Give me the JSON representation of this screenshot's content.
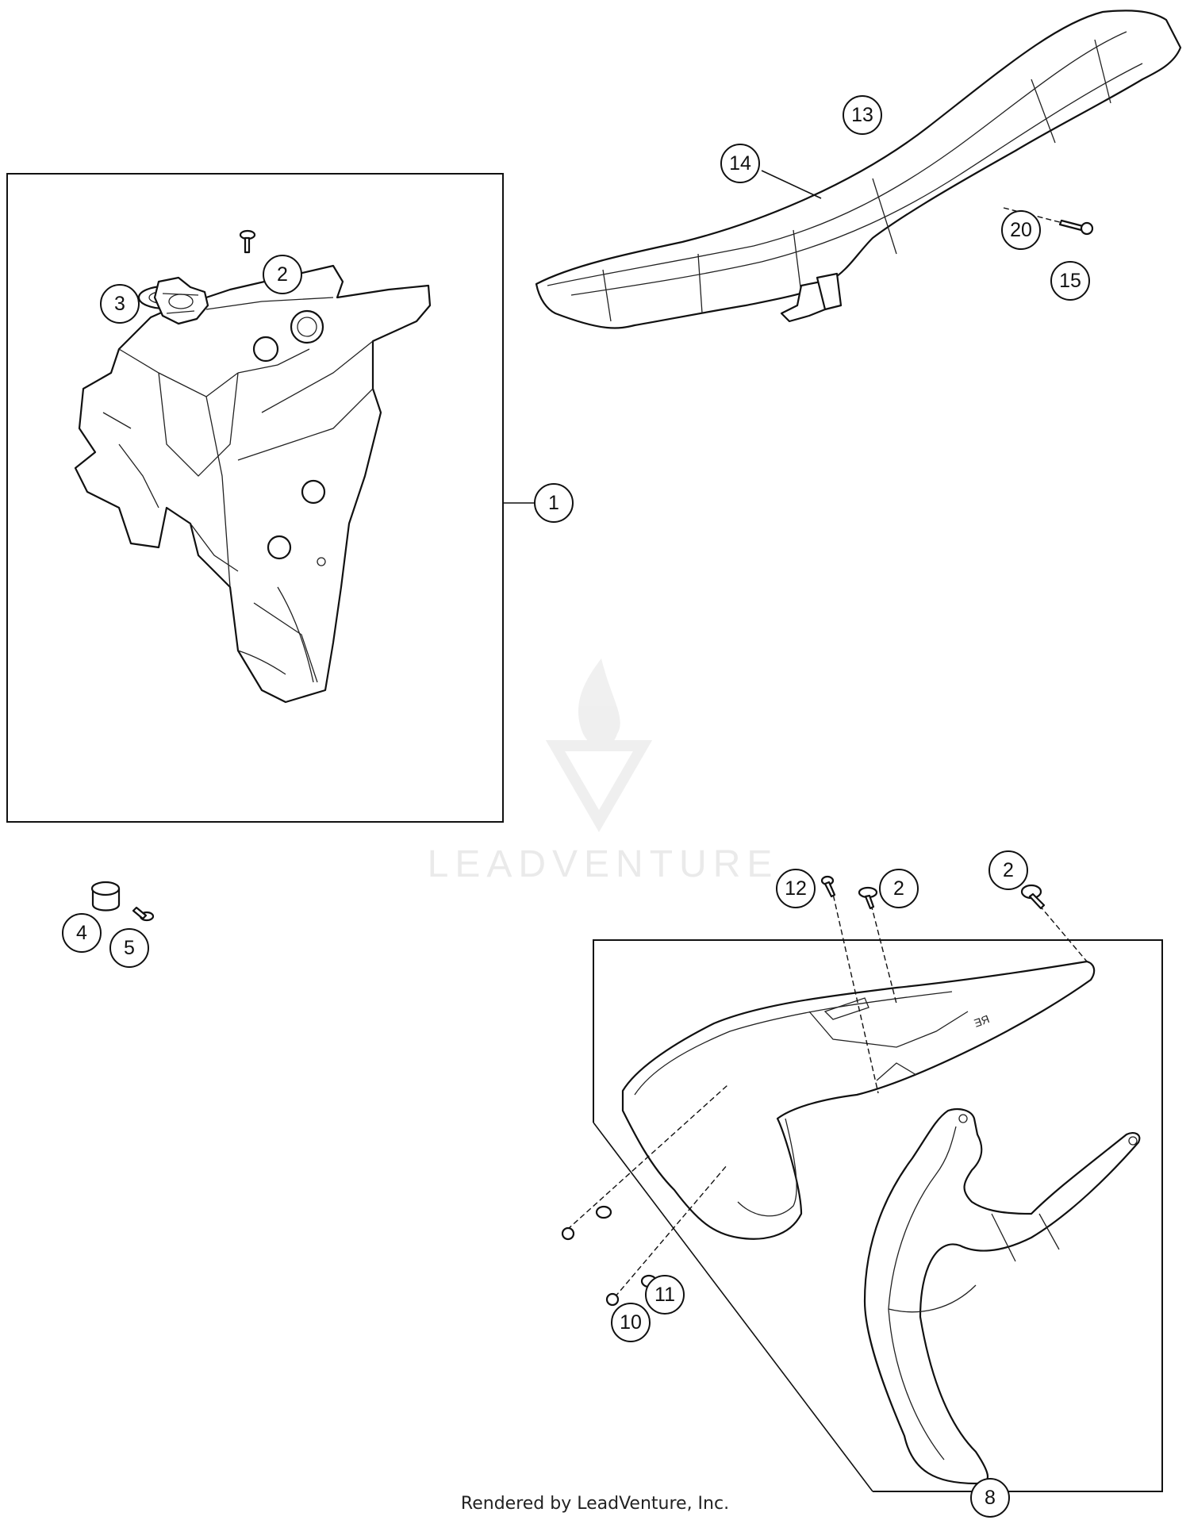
{
  "callouts": [
    {
      "id": "1",
      "label": "1"
    },
    {
      "id": "2a",
      "label": "2"
    },
    {
      "id": "3",
      "label": "3"
    },
    {
      "id": "13",
      "label": "13"
    },
    {
      "id": "14",
      "label": "14"
    },
    {
      "id": "20",
      "label": "20"
    },
    {
      "id": "15",
      "label": "15"
    },
    {
      "id": "4",
      "label": "4"
    },
    {
      "id": "5",
      "label": "5"
    },
    {
      "id": "12",
      "label": "12"
    },
    {
      "id": "2b",
      "label": "2"
    },
    {
      "id": "2c",
      "label": "2"
    },
    {
      "id": "11",
      "label": "11"
    },
    {
      "id": "10",
      "label": "10"
    },
    {
      "id": "8",
      "label": "8"
    }
  ],
  "watermark": {
    "text": "LEADVENTURE"
  },
  "footer": {
    "text": "Rendered by LeadVenture, Inc."
  }
}
